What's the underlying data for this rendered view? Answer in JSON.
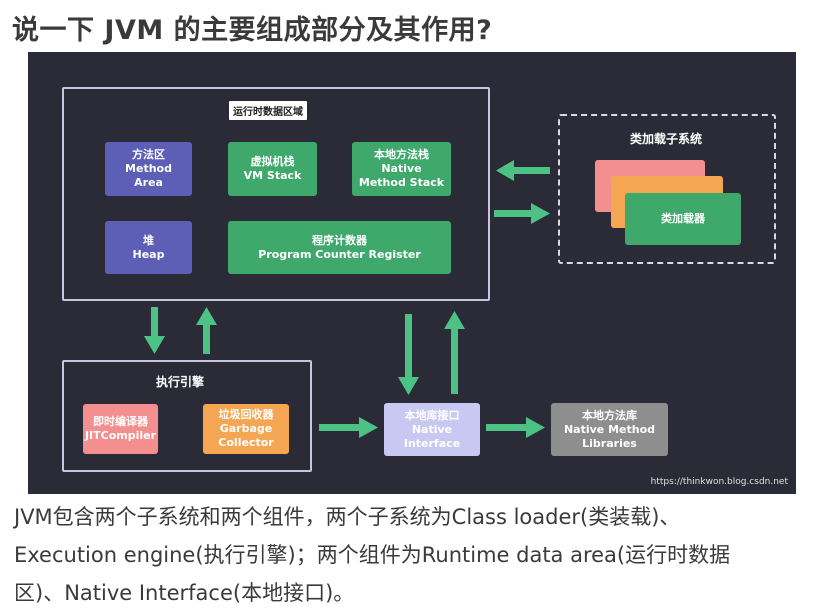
{
  "title": "说一下 JVM 的主要组成部分及其作用?",
  "diagram": {
    "runtime_area": {
      "label": "运行时数据区域",
      "method_area": [
        "方法区",
        "Method",
        "Area"
      ],
      "vm_stack": [
        "虚拟机栈",
        "VM Stack"
      ],
      "native_method_stack": [
        "本地方法栈",
        "Native",
        "Method Stack"
      ],
      "heap": [
        "堆",
        "Heap"
      ],
      "pc_register": [
        "程序计数器",
        "Program Counter Register"
      ]
    },
    "class_loader": {
      "label": "类加载子系统",
      "card_label": "类加载器"
    },
    "execution_engine": {
      "label": "执行引擎",
      "jit": [
        "即时编译器",
        "JITCompiler"
      ],
      "gc": [
        "垃圾回收器",
        "Garbage",
        "Collector"
      ]
    },
    "native_interface": [
      "本地库接口",
      "Native",
      "Interface"
    ],
    "native_libraries": [
      "本地方法库",
      "Native Method",
      "Libraries"
    ],
    "watermark": "https://thinkwon.blog.csdn.net",
    "colors": {
      "background": "#2a2b36",
      "purple": "#5c5fb5",
      "green": "#3fa86b",
      "pink": "#f48f8f",
      "orange": "#f5a653",
      "lavender": "#c9c8f2",
      "gray": "#8e8e8e",
      "arrow": "#4cc285"
    }
  },
  "paragraph": [
    "JVM包含两个子系统和两个组件，两个子系统为Class loader(类装载)、",
    "Execution engine(执行引擎)；两个组件为Runtime data area(运行时数据",
    "区)、Native Interface(本地接口)。"
  ]
}
